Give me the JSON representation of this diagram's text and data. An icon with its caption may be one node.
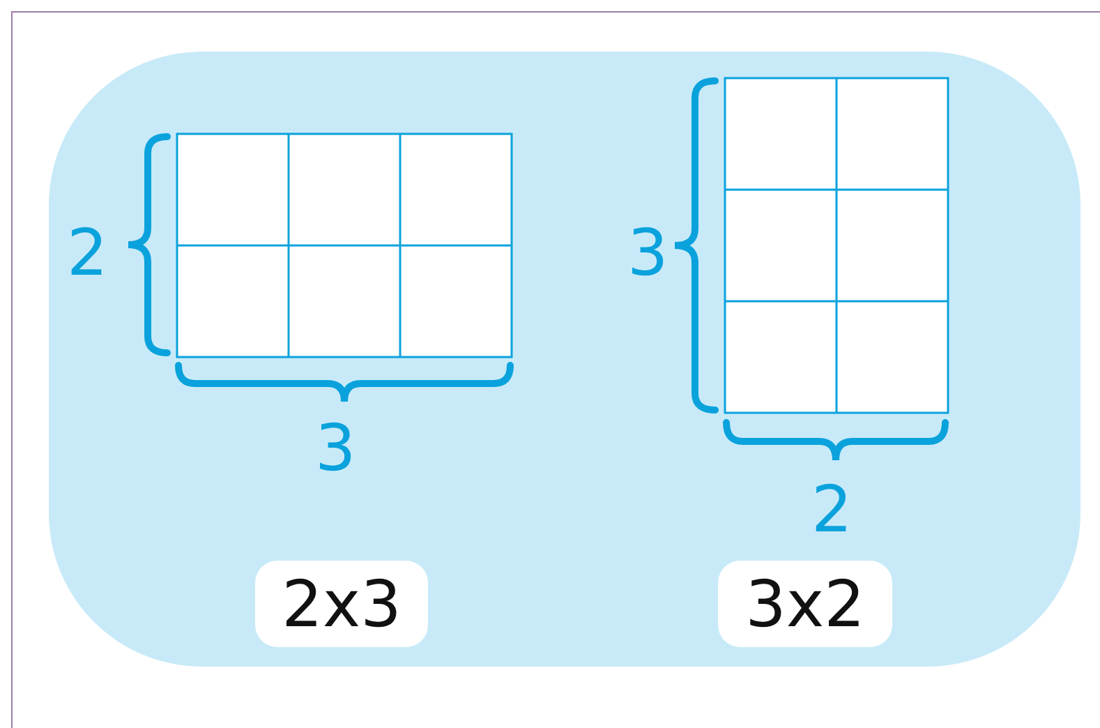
{
  "diagram": {
    "nodes": [
      {
        "text": [
          "2x3"
        ]
      },
      {
        "text": [
          "3x2"
        ]
      }
    ],
    "labels": [
      "2",
      "3",
      "3",
      "2"
    ]
  }
}
